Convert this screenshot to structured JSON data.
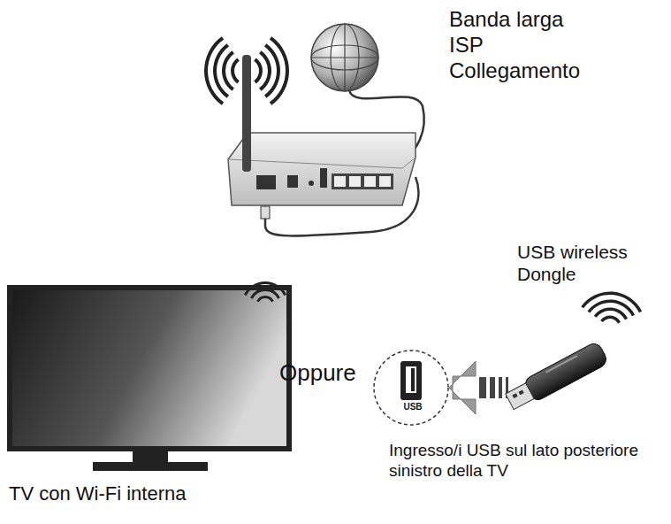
{
  "diagram": {
    "labels": [
      "Banda larga ISP Collegamento",
      "USB wireless Dongle",
      "Oppure",
      "USB",
      "Ingresso/i USB sul lato posteriore sinistro della TV",
      "TV con Wi-Fi interna"
    ]
  }
}
